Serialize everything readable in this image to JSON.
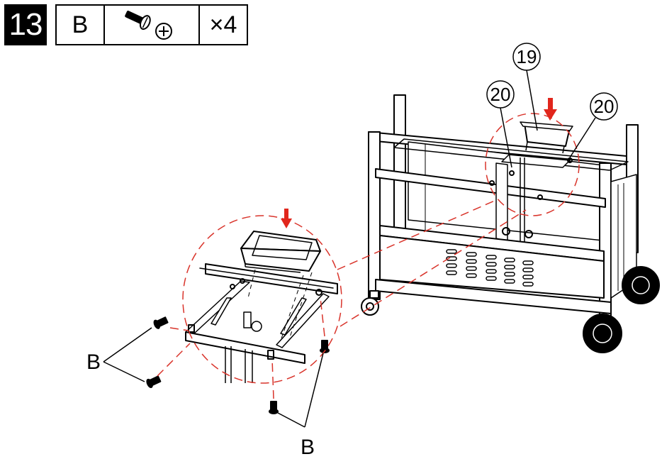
{
  "header": {
    "step_number": "13",
    "part_letter": "B",
    "part_icon": "screw-icon",
    "quantity": "×4"
  },
  "callouts": {
    "part_19": "19",
    "part_20_left": "20",
    "part_20_right": "20"
  },
  "labels": {
    "screw_left": "B",
    "screw_bottom": "B"
  },
  "colors": {
    "line": "#000000",
    "accent_arrow": "#e1261c",
    "detail_circle": "#d9342b"
  }
}
